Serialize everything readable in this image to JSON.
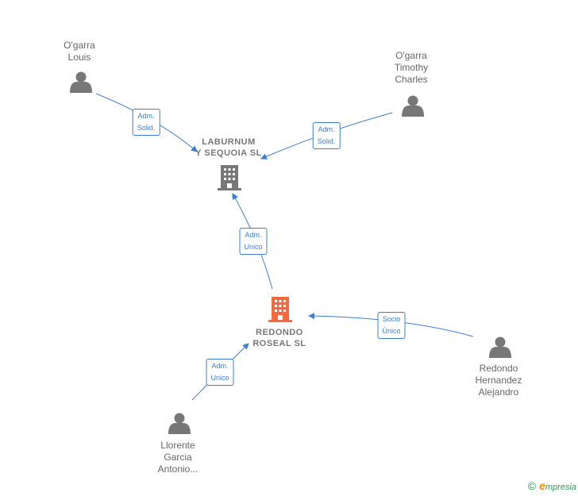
{
  "nodes": {
    "ogarra_louis": {
      "label": "O'garra\nLouis",
      "kind": "person"
    },
    "ogarra_timothy": {
      "label": "O'garra\nTimothy\nCharles",
      "kind": "person"
    },
    "laburnum": {
      "label": "LABURNUM\nY SEQUOIA SL",
      "kind": "company",
      "color": "#777777"
    },
    "redondo_roseal": {
      "label": "REDONDO\nROSEAL  SL",
      "kind": "company",
      "color": "#f26a3d"
    },
    "redondo_hernandez": {
      "label": "Redondo\nHernandez\nAlejandro",
      "kind": "person"
    },
    "llorente": {
      "label": "Llorente\nGarcia\nAntonio...",
      "kind": "person"
    }
  },
  "edges": {
    "louis_laburnum": {
      "label": "Adm.\nSolid."
    },
    "timothy_laburnum": {
      "label": "Adm.\nSolid."
    },
    "roseal_laburnum": {
      "label": "Adm.\nUnico"
    },
    "hernandez_roseal": {
      "label": "Socio\nÚnico"
    },
    "llorente_roseal": {
      "label": "Adm.\nUnico"
    }
  },
  "colors": {
    "edge": "#3a7fd5",
    "person_icon": "#777777"
  },
  "footer": {
    "copyright_symbol": "©",
    "brand_initial": "e",
    "brand_rest": "mpresia"
  }
}
